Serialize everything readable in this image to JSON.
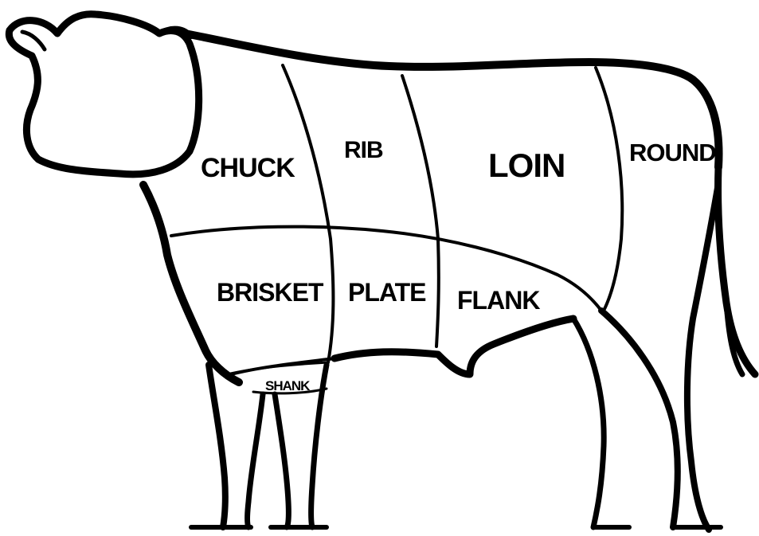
{
  "diagram": {
    "line_color": "#000000",
    "background_color": "#ffffff",
    "cuts": [
      {
        "id": "chuck",
        "label": "CHUCK"
      },
      {
        "id": "rib",
        "label": "RIB"
      },
      {
        "id": "loin",
        "label": "LOIN"
      },
      {
        "id": "round",
        "label": "ROUND"
      },
      {
        "id": "brisket",
        "label": "BRISKET"
      },
      {
        "id": "plate",
        "label": "PLATE"
      },
      {
        "id": "flank",
        "label": "FLANK"
      },
      {
        "id": "shank",
        "label": "SHANK"
      }
    ]
  }
}
